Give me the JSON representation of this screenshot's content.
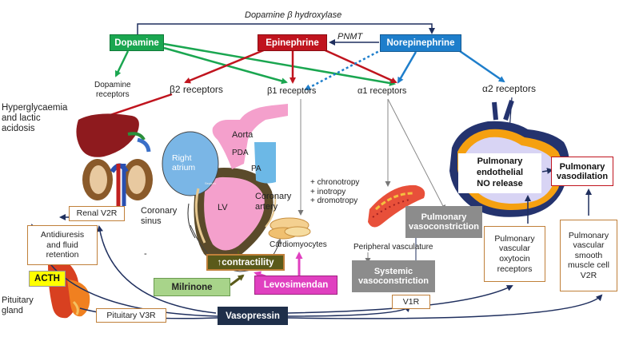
{
  "enzymes": {
    "dbh": "Dopamine β hydroxylase",
    "pnmt": "PNMT"
  },
  "catecholamines": {
    "dopamine": "Dopamine",
    "epinephrine": "Epinephrine",
    "norepinephrine": "Norepinephrine"
  },
  "receptors": {
    "dopamine": "Dopamine\nreceptors",
    "beta2": "β2 receptors",
    "beta1": "β1 receptors",
    "alpha1": "α1 receptors",
    "alpha2": "α2 receptors"
  },
  "heart": {
    "aorta": "Aorta",
    "pda": "PDA",
    "pa": "PA",
    "right_atrium": "Right\natrium",
    "lv": "LV",
    "coronary_artery": "Coronary\nartery",
    "coronary_sinus": "Coronary\nsinus",
    "septum": "Septum"
  },
  "effects": {
    "hyperglycaemia": "Hyperglycaemia\nand lactic\nacidosis",
    "beta1_effects": "+ chronotropy\n+ inotropy\n+ dromotropy",
    "cardiomyocytes": "Cardiomyocytes",
    "peripheral": "Peripheral vasculature",
    "pulm_vasoconstriction": "Pulmonary\nvasoconstriction",
    "pulm_endothelial": "Pulmonary\nendothelial\nNO release",
    "pulm_vasodilation": "Pulmonary\nvasodilation",
    "renal_v2r": "Renal V2R",
    "antidiuresis": "Antidiuresis\nand fluid\nretention",
    "contractility": "↑contractility",
    "milrinone": "Milrinone",
    "levosimendan": "Levosimendan",
    "systemic_vasoconstriction": "Systemic\nvasoconstriction",
    "v1r": "V1R",
    "pulm_oxytocin": "Pulmonary\nvascular\noxytocin\nreceptors",
    "pulm_smooth_muscle": "Pulmonary\nvascular\nsmooth\nmuscle cell\nV2R",
    "acth": "ACTH",
    "pituitary_gland": "Pituitary\ngland",
    "pituitary_v3r": "Pituitary V3R",
    "vasopressin": "Vasopressin",
    "dash": "-"
  },
  "colors": {
    "green": "#1aa650",
    "red": "#c0141e",
    "blue": "#1e7ecb",
    "navy": "#1f2f5e",
    "grey": "#8c8c8c",
    "olive": "#5a5a1a",
    "magenta": "#e040c0",
    "orange_border": "#c0803a",
    "acth_yellow": "#ffff00"
  }
}
